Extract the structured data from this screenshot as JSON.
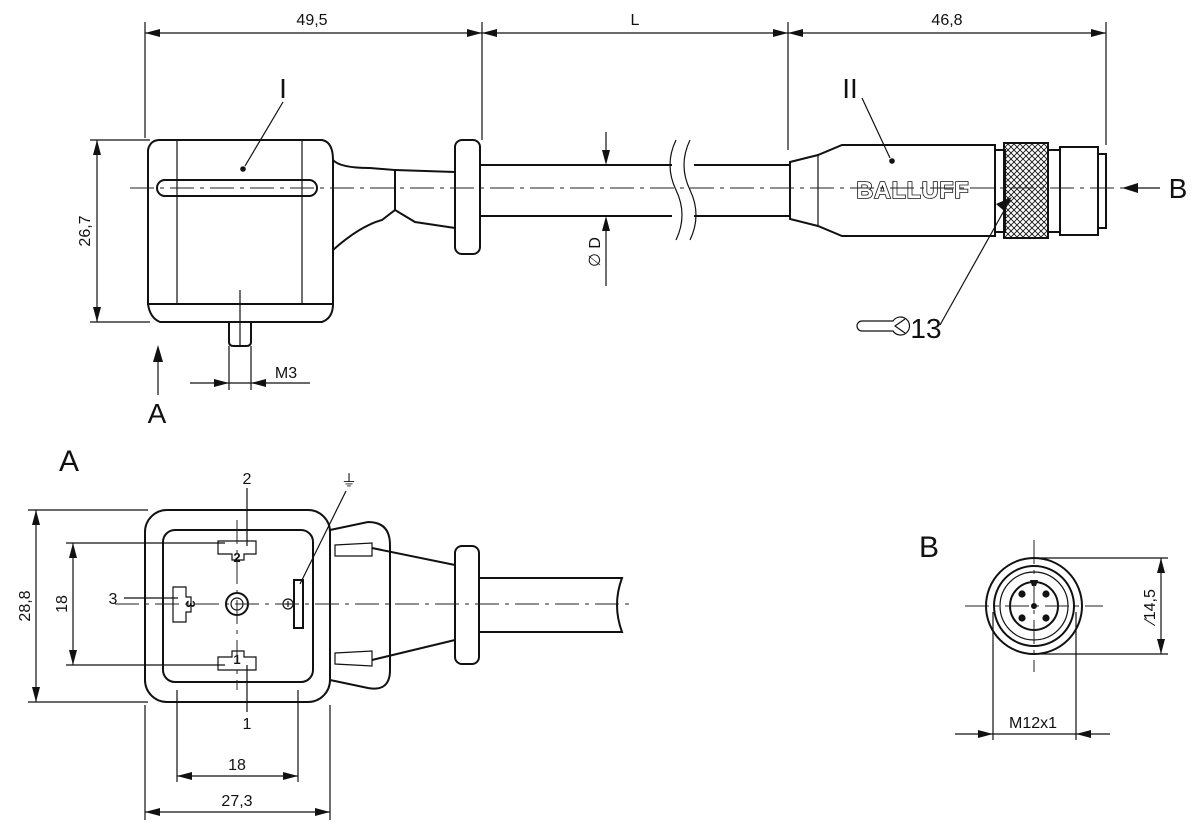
{
  "dimensions": {
    "length_I": "49,5",
    "length_cable": "L",
    "length_II": "46,8",
    "height_I": "26,7",
    "cable_diameter": "∅ D",
    "screw_thread": "M3",
    "height_front": "28,8",
    "inner_height": "18",
    "inner_width": "18",
    "outer_width": "27,3",
    "connector_diameter": "∕14,5",
    "connector_thread": "M12x1"
  },
  "labels": {
    "part_I": "I",
    "part_II": "II",
    "view_arrow_A": "A",
    "view_arrow_B": "B",
    "view_A_title": "A",
    "view_B_title": "B",
    "wrench_size": "13",
    "pin_1": "1",
    "pin_2": "2",
    "pin_3": "3",
    "ground_symbol": "⏚",
    "brand": "BALLUFF",
    "pin_2_mark": "2",
    "pin_3_mark": "3",
    "pin_1_mark": "1"
  }
}
